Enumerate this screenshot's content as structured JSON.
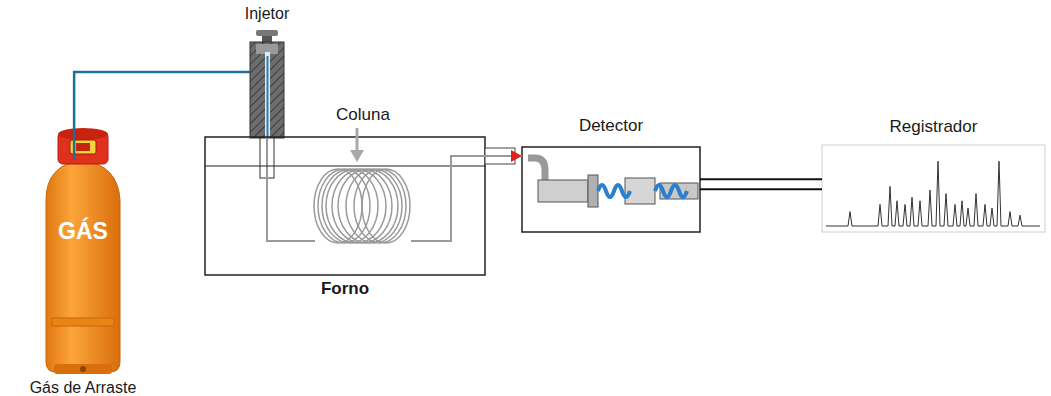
{
  "diagram": {
    "nodes": [
      {
        "text": [
          "GÁS",
          "Gás de Arraste"
        ]
      },
      {
        "text": [
          "Injetor"
        ]
      },
      {
        "text": [
          "Forno"
        ]
      },
      {
        "text": [
          "Coluna"
        ],
        "in": 2
      },
      {
        "text": [
          "Detector"
        ]
      },
      {
        "text": [
          "Registrador"
        ]
      }
    ],
    "edges": [
      {
        "from": 0,
        "to": 1,
        "arrow": "none"
      },
      {
        "from": 1,
        "to": 3,
        "arrow": "none"
      },
      {
        "from": 3,
        "to": 4,
        "arrow": "to"
      },
      {
        "from": 4,
        "to": 5,
        "arrow": "none"
      }
    ]
  }
}
